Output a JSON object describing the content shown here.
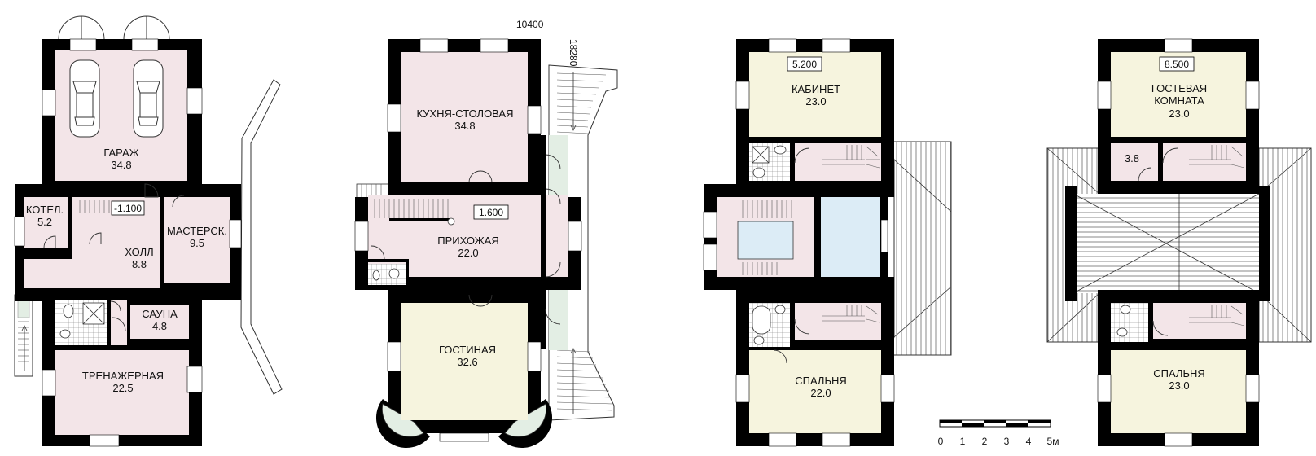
{
  "colors": {
    "wall": "#000000",
    "pink": "#f3e5e8",
    "cream": "#f6f4de",
    "blue": "#dcecf6",
    "green": "#e3eee4"
  },
  "dimensions": {
    "width": "10400",
    "length": "18280"
  },
  "plan1": {
    "garage": {
      "name": "ГАРАЖ",
      "area": "34.8"
    },
    "boiler": {
      "name": "КОТЕЛ.",
      "area": "5.2"
    },
    "level": "-1.100",
    "hall": {
      "name": "ХОЛЛ",
      "area": "8.8"
    },
    "workshop": {
      "name": "МАСТЕРСК.",
      "area": "9.5"
    },
    "sauna": {
      "name": "САУНА",
      "area": "4.8"
    },
    "gym": {
      "name": "ТРЕНАЖЕРНАЯ",
      "area": "22.5"
    }
  },
  "plan2": {
    "kitchen": {
      "name": "КУХНЯ-СТОЛОВАЯ",
      "area": "34.8"
    },
    "level": "1.600",
    "hallway": {
      "name": "ПРИХОЖАЯ",
      "area": "22.0"
    },
    "living": {
      "name": "ГОСТИНАЯ",
      "area": "32.6"
    }
  },
  "plan3": {
    "level": "5.200",
    "study": {
      "name": "КАБИНЕТ",
      "area": "23.0"
    },
    "bedroom": {
      "name": "СПАЛЬНЯ",
      "area": "22.0"
    }
  },
  "plan4": {
    "level": "8.500",
    "guest": {
      "name1": "ГОСТЕВАЯ",
      "name2": "КОМНАТА",
      "area": "23.0"
    },
    "small_area": "3.8",
    "bedroom": {
      "name": "СПАЛЬНЯ",
      "area": "23.0"
    }
  },
  "scale": {
    "ticks": [
      "0",
      "1",
      "2",
      "3",
      "4",
      "5м"
    ]
  }
}
